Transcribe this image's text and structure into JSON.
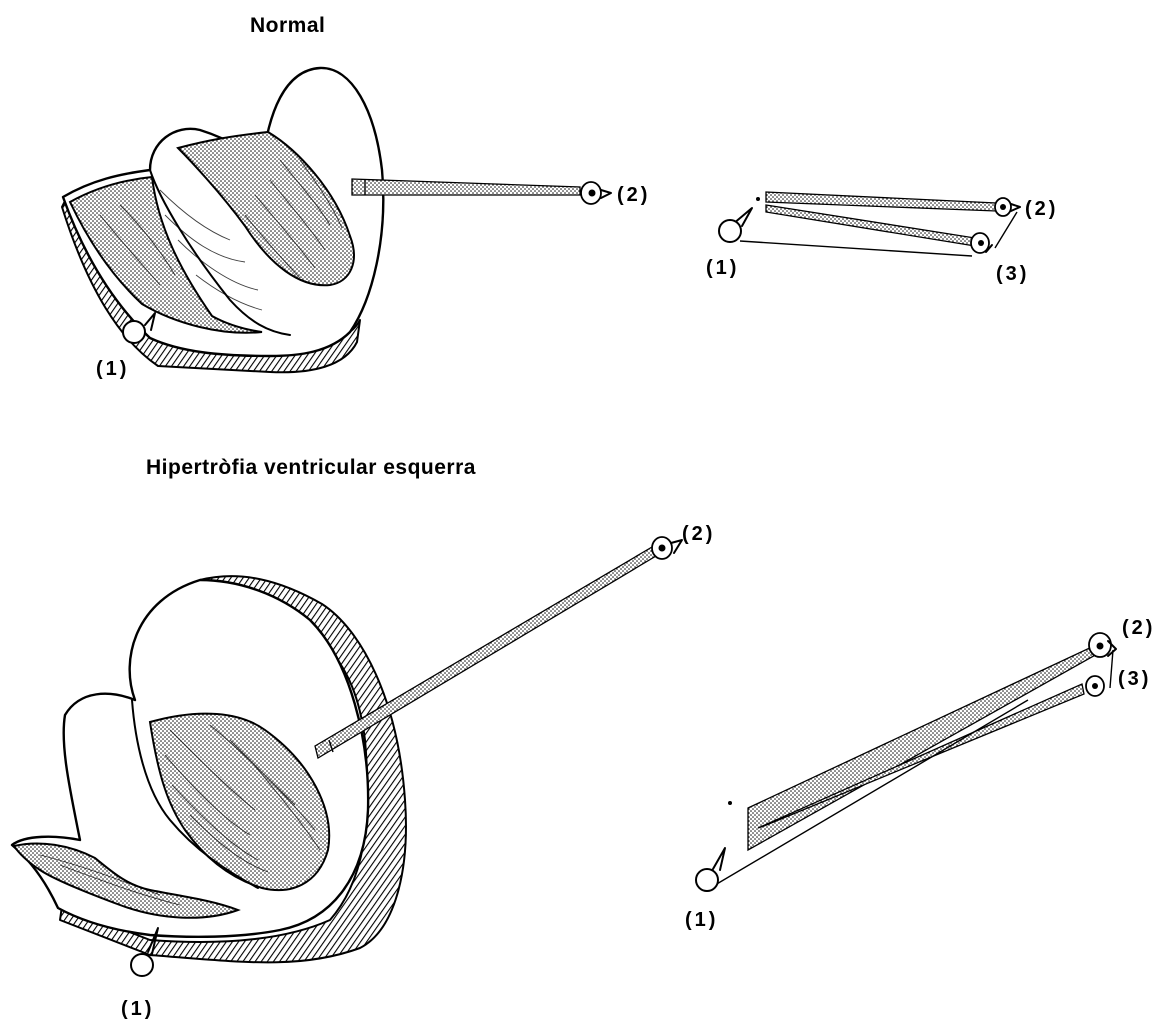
{
  "figure": {
    "normal": {
      "title": "Normal",
      "heart_label_1": "(1)",
      "heart_label_2": "(2)",
      "vector_label_1": "(1)",
      "vector_label_2": "(2)",
      "vector_label_3": "(3)"
    },
    "lvh": {
      "title": "Hipertròfia ventricular esquerra",
      "heart_label_1": "(1)",
      "heart_label_2": "(2)",
      "vector_label_1": "(1)",
      "vector_label_2": "(2)",
      "vector_label_3": "(3)"
    }
  }
}
